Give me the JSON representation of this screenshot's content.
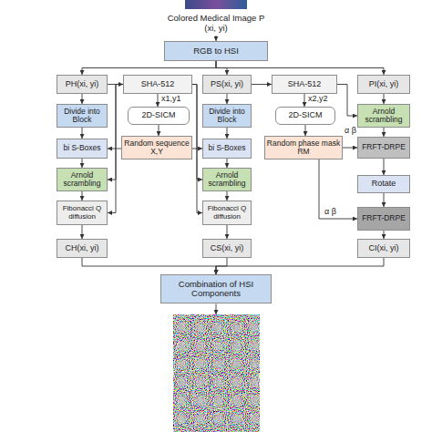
{
  "diagram": {
    "nodes": [
      {
        "text": [
          "Colored Medical Image P (xi, yi)"
        ]
      },
      {
        "text": [
          "RGB to HSI"
        ]
      },
      {
        "text": [
          "PH(xi, yi)"
        ]
      },
      {
        "text": [
          "SHA-512"
        ]
      },
      {
        "text": [
          "PS(xi, yi)"
        ]
      },
      {
        "text": [
          "SHA-512"
        ]
      },
      {
        "text": [
          "PI(xi, yi)"
        ]
      },
      {
        "text": [
          "Divide into Block"
        ]
      },
      {
        "text": [
          "2D-SICM"
        ]
      },
      {
        "text": [
          "Divide into Block"
        ]
      },
      {
        "text": [
          "2D-SICM"
        ]
      },
      {
        "text": [
          "Arnold scrambling"
        ]
      },
      {
        "text": [
          "Random sequence X,Y"
        ]
      },
      {
        "text": [
          "Random phase mask RM"
        ]
      },
      {
        "text": [
          "bi S-Boxes"
        ]
      },
      {
        "text": [
          "bi S-Boxes"
        ]
      },
      {
        "text": [
          "FRFT-DRPE"
        ]
      },
      {
        "text": [
          "Arnold scrambling"
        ]
      },
      {
        "text": [
          "Arnold scrambling"
        ]
      },
      {
        "text": [
          "Rotate"
        ]
      },
      {
        "text": [
          "Fibonacci Q diffusion"
        ]
      },
      {
        "text": [
          "Fibonacci Q diffusion"
        ]
      },
      {
        "text": [
          "FRFT-DRPE"
        ]
      },
      {
        "text": [
          "CH(xi, yi)"
        ]
      },
      {
        "text": [
          "CS(xi, yi)"
        ]
      },
      {
        "text": [
          "CI(xi, yi)"
        ]
      },
      {
        "text": [
          "Combination of HSI Components"
        ]
      }
    ],
    "edges": [
      {
        "from": 0,
        "to": 1,
        "arrow": "to"
      },
      {
        "from": 1,
        "to": 2,
        "arrow": "to"
      },
      {
        "from": 1,
        "to": 4,
        "arrow": "to"
      },
      {
        "from": 1,
        "to": 6,
        "arrow": "to"
      },
      {
        "from": 2,
        "to": 3,
        "arrow": "to"
      },
      {
        "from": 2,
        "to": 7,
        "arrow": "to"
      },
      {
        "from": 4,
        "to": 5,
        "arrow": "to"
      },
      {
        "from": 4,
        "to": 9,
        "arrow": "to"
      },
      {
        "from": 6,
        "to": 11,
        "arrow": "to"
      },
      {
        "from": 3,
        "to": 8,
        "label": "x1,y1",
        "arrow": "to"
      },
      {
        "from": 5,
        "to": 10,
        "label": "x2,y2",
        "arrow": "to"
      },
      {
        "from": 8,
        "to": 12,
        "arrow": "to"
      },
      {
        "from": 10,
        "to": 13,
        "arrow": "to"
      },
      {
        "from": 7,
        "to": 14,
        "arrow": "to"
      },
      {
        "from": 9,
        "to": 15,
        "arrow": "to"
      },
      {
        "from": 12,
        "to": 14,
        "arrow": "to"
      },
      {
        "from": 12,
        "to": 15,
        "arrow": "to"
      },
      {
        "from": 14,
        "to": 17,
        "arrow": "to"
      },
      {
        "from": 17,
        "to": 20,
        "arrow": "to"
      },
      {
        "from": 20,
        "to": 23,
        "arrow": "to"
      },
      {
        "from": 15,
        "to": 18,
        "arrow": "to"
      },
      {
        "from": 18,
        "to": 21,
        "arrow": "to"
      },
      {
        "from": 21,
        "to": 24,
        "arrow": "to"
      },
      {
        "from": 3,
        "to": 17,
        "arrow": "to"
      },
      {
        "from": 3,
        "to": 20,
        "arrow": "to"
      },
      {
        "from": 3,
        "to": 18,
        "arrow": "to"
      },
      {
        "from": 3,
        "to": 21,
        "arrow": "to"
      },
      {
        "from": 5,
        "to": 11,
        "arrow": "to"
      },
      {
        "from": 11,
        "to": 16,
        "arrow": "to"
      },
      {
        "from": 16,
        "to": 19,
        "arrow": "to"
      },
      {
        "from": 19,
        "to": 22,
        "arrow": "to"
      },
      {
        "from": 22,
        "to": 25,
        "arrow": "to"
      },
      {
        "from": 13,
        "to": 16,
        "label": "α β",
        "arrow": "to"
      },
      {
        "from": 13,
        "to": 22,
        "label": "α β",
        "arrow": "to"
      },
      {
        "from": 23,
        "to": 26,
        "arrow": "to"
      },
      {
        "from": 24,
        "to": 26,
        "arrow": "to"
      },
      {
        "from": 25,
        "to": 26,
        "arrow": "to"
      }
    ]
  }
}
